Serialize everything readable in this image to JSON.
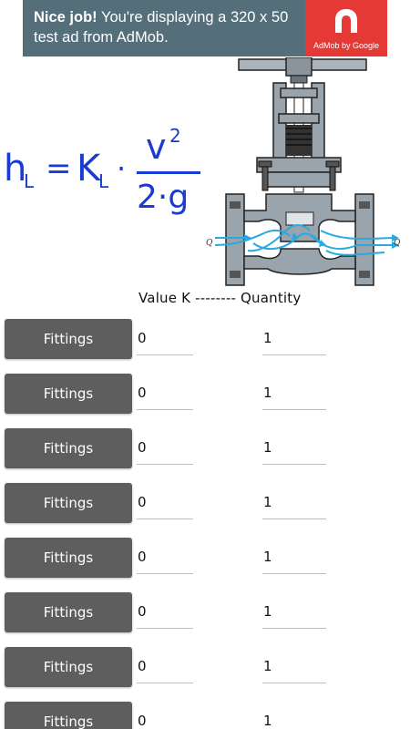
{
  "ad": {
    "bold": "Nice job!",
    "text": " You're displaying a 320 x 50 test ad from AdMob.",
    "brand": "AdMob by Google"
  },
  "formula": {
    "lhs": "h",
    "lhs_sub": "L",
    "eq": "=",
    "coef": "K",
    "coef_sub": "L",
    "dot": "·",
    "num": "v",
    "num_exp": "2",
    "den": "2·g"
  },
  "diagram": {
    "flow_label": "Q"
  },
  "header": {
    "text": "Value K -------- Quantity"
  },
  "rows": [
    {
      "button": "Fittings",
      "k": "0",
      "qty": "1"
    },
    {
      "button": "Fittings",
      "k": "0",
      "qty": "1"
    },
    {
      "button": "Fittings",
      "k": "0",
      "qty": "1"
    },
    {
      "button": "Fittings",
      "k": "0",
      "qty": "1"
    },
    {
      "button": "Fittings",
      "k": "0",
      "qty": "1"
    },
    {
      "button": "Fittings",
      "k": "0",
      "qty": "1"
    },
    {
      "button": "Fittings",
      "k": "0",
      "qty": "1"
    },
    {
      "button": "Fittings",
      "k": "0",
      "qty": "1"
    }
  ],
  "colors": {
    "formula": "#1a3bd1",
    "button": "#5e5e5e",
    "underline": "#8fd3c9",
    "flow": "#29a9e0",
    "ad": "#546e7a",
    "ad_logo": "#e53935"
  }
}
